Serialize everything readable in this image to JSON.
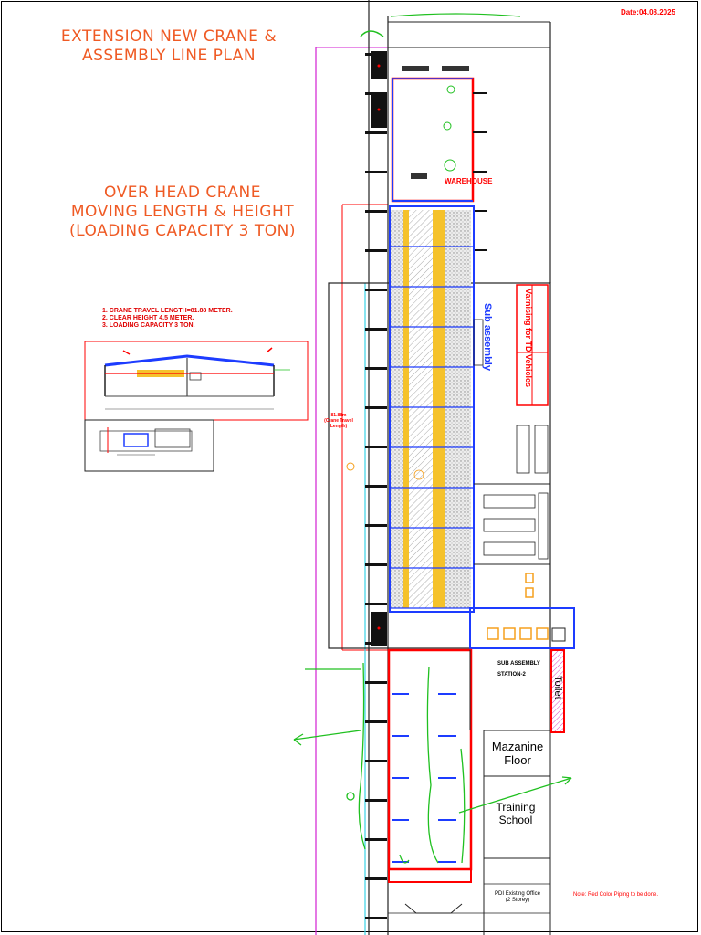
{
  "header": {
    "title_line1": "EXTENSION NEW CRANE &",
    "title_line2": "ASSEMBLY LINE PLAN",
    "date": "Date:04.08.2025"
  },
  "crane_section": {
    "title_line1": "OVER HEAD CRANE",
    "title_line2": "MOVING LENGTH & HEIGHT",
    "title_line3": "(LOADING CAPACITY 3 TON)",
    "specs": [
      "1.  CRANE TRAVEL LENGTH=81.88 METER.",
      "2.  CLEAR HEIGHT 4.5 METER.",
      "3.  LOADING CAPACITY 3 TON."
    ]
  },
  "plan_labels": {
    "warehouse": "WAREHOUSE",
    "sub_assembly": "Sub assembly",
    "varnishing": "Varnising for TD Vehicles",
    "assembly_station": "SUB ASSEMBLY STATION-2",
    "toilet": "Toilet",
    "mezzanine": [
      "Mazanine",
      "Floor"
    ],
    "training": [
      "Training",
      "School"
    ],
    "existing_office": [
      "PDI Existing Office",
      "(2 Storey)"
    ],
    "crane_travel": [
      "81.88m",
      "(Crane Travel",
      "Length)"
    ]
  },
  "footer": {
    "note": "Note: Red Color Piping to be done."
  },
  "colors": {
    "title": "#ef5a24",
    "red": "#ff0000",
    "blue": "#1d3cff",
    "yellow": "#f5c22b",
    "magenta": "#d21ed2",
    "cyan": "#39d3e6",
    "green": "#20c020",
    "orange": "#f5a01e"
  }
}
